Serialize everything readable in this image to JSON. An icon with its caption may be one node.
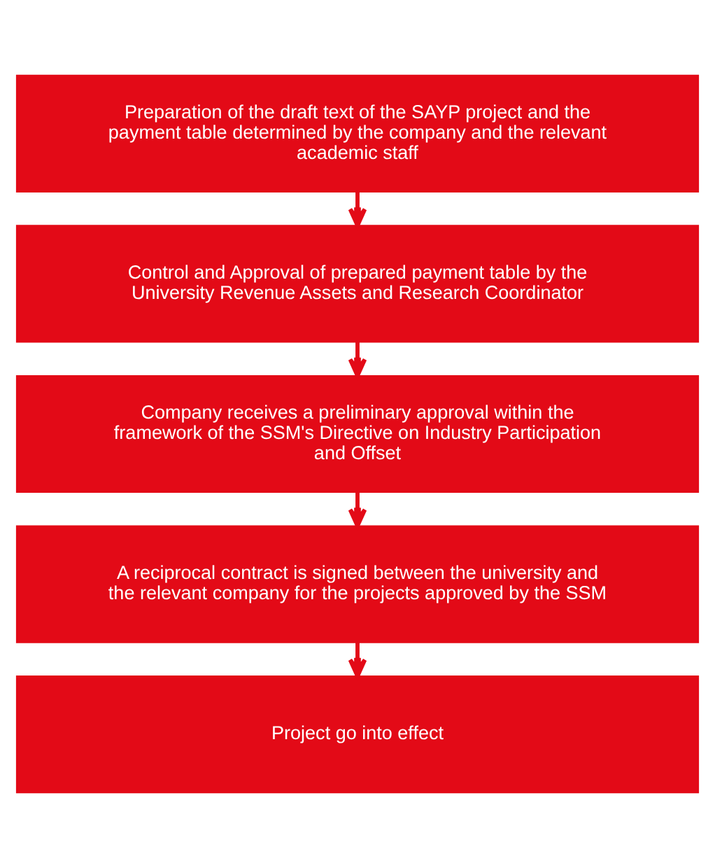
{
  "diagram": {
    "nodes": [
      {
        "text": [
          "Preparation of the draft text of the SAYP project and the payment table determined by the company and the relevant academic staff"
        ]
      },
      {
        "text": [
          "Control and Approval of prepared payment table by the University Revenue Assets and Research Coordinator"
        ]
      },
      {
        "text": [
          "Company receives a preliminary approval within the framework of the SSM's Directive on Industry Participation and Offset"
        ]
      },
      {
        "text": [
          "A reciprocal contract is signed between the university and the relevant company for the projects approved by the SSM"
        ]
      },
      {
        "text": [
          "Project go into effect"
        ]
      }
    ],
    "edges": [
      {
        "from": 0,
        "to": 1,
        "arrow": "to"
      },
      {
        "from": 1,
        "to": 2,
        "arrow": "to"
      },
      {
        "from": 2,
        "to": 3,
        "arrow": "to"
      },
      {
        "from": 3,
        "to": 4,
        "arrow": "to"
      }
    ]
  }
}
